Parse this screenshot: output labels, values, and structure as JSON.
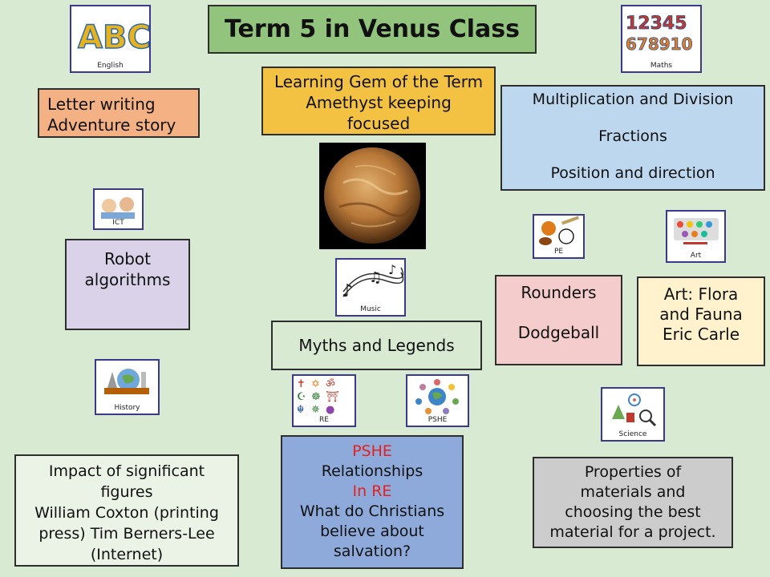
{
  "title": "Term 5 in Venus Class",
  "icons": {
    "english": {
      "label": "English",
      "letters": "ABCs"
    },
    "maths": {
      "label": "Maths",
      "numbers": "12345 678910"
    },
    "ict": {
      "label": "ICT"
    },
    "music": {
      "label": "Music"
    },
    "history": {
      "label": "History"
    },
    "re": {
      "label": "RE"
    },
    "pshe": {
      "label": "PSHE"
    },
    "pe": {
      "label": "PE"
    },
    "art": {
      "label": "Art"
    },
    "science": {
      "label": "Science"
    }
  },
  "english": {
    "line1": "Letter writing",
    "line2": "Adventure story"
  },
  "gem": {
    "line1": "Learning Gem of the Term",
    "line2": "Amethyst keeping",
    "line3": "focused"
  },
  "maths": {
    "item1": "Multiplication and Division",
    "item2": "Fractions",
    "item3": "Position and direction"
  },
  "ict": {
    "line1": "Robot",
    "line2": "algorithms"
  },
  "topic": "Myths and Legends",
  "pe": {
    "item1": "Rounders",
    "item2": "Dodgeball"
  },
  "art": {
    "line1": "Art: Flora",
    "line2": "and Fauna",
    "line3": "Eric Carle"
  },
  "history": {
    "line1": "Impact of significant",
    "line2": "figures",
    "line3": "William Coxton (printing",
    "line4": "press) Tim Berners-Lee",
    "line5": "(Internet)"
  },
  "pshe_re": {
    "heading1": "PSHE",
    "line1": "Relationships",
    "heading2": "In RE",
    "line2": "What do Christians",
    "line3": "believe about",
    "line4": "salvation?"
  },
  "science": {
    "line1": "Properties of",
    "line2": "materials and",
    "line3": "choosing the best",
    "line4": "material for a project."
  },
  "colors": {
    "background": "#d8ead2",
    "title_bg": "#93c47d",
    "english_bg": "#f4b183",
    "gem_bg": "#f4c242",
    "maths_bg": "#bdd7ee",
    "ict_bg": "#d9d2e9",
    "pe_bg": "#f4cccc",
    "art_bg": "#fff2cc",
    "pshe_bg": "#8eaadb",
    "science_bg": "#cccccc",
    "highlight_red": "#e61f1f"
  }
}
